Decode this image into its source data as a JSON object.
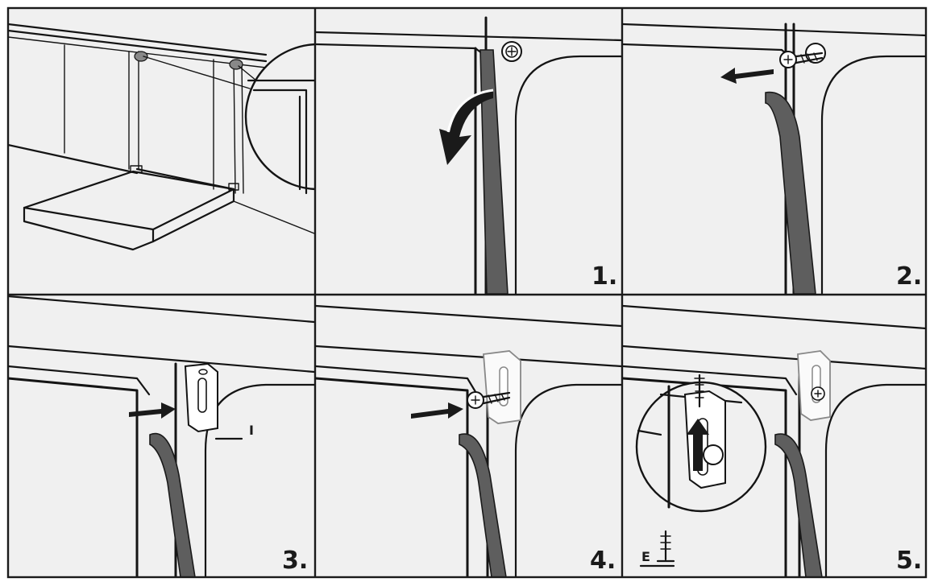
{
  "panels": [
    {
      "id": "overview",
      "step_label": ""
    },
    {
      "id": "step1",
      "step_label": "1."
    },
    {
      "id": "step2",
      "step_label": "2."
    },
    {
      "id": "step3",
      "step_label": "3.",
      "part_label": "I"
    },
    {
      "id": "step4",
      "step_label": "4."
    },
    {
      "id": "step5",
      "step_label": "5.",
      "part_label": "E"
    }
  ],
  "colors": {
    "panel_background": "#f0f0f0",
    "line": "#141414",
    "seal_strip": "#5e5e5e",
    "frame": "#1a1a1a"
  },
  "icons": [
    "rotate-arrow-icon",
    "pull-arrow-icon",
    "push-arrow-icon",
    "up-arrow-icon",
    "screw-icon",
    "bracket-icon"
  ]
}
